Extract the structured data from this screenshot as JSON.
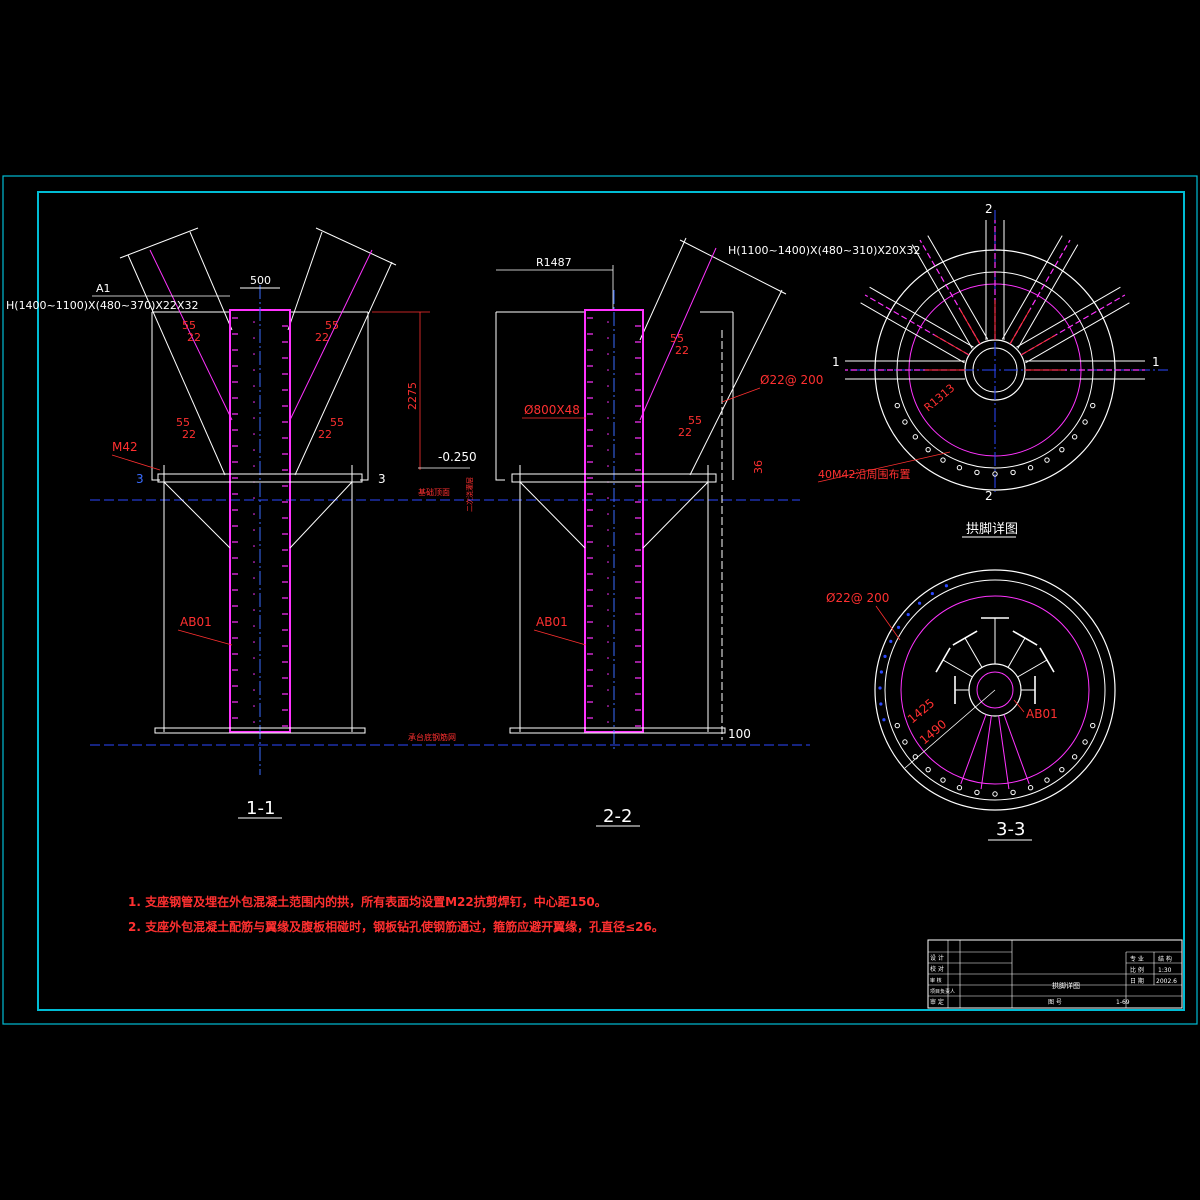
{
  "colors": {
    "background": "#000000",
    "frame": "#00bcd4",
    "outline": "#ffffff",
    "tube": "#ff33ff",
    "dimension_red": "#ff3030",
    "centerline": "#3a6cff",
    "blue_dash": "#2b48ff"
  },
  "section_1_1": {
    "label": "1-1",
    "dim_top": "500",
    "member_label_a": "A1",
    "member_label_b": "H(1400~1100)X(480~370)X22X32",
    "weld_55_a": "55",
    "weld_22_a": "22",
    "weld_55_b": "55",
    "weld_22_b": "22",
    "weld_55_c": "55",
    "weld_22_c": "22",
    "weld_55_d": "55",
    "weld_22_d": "22",
    "height_dim": "2275",
    "elevation": "-0.250",
    "bolt_label": "M42",
    "cut_left": "3",
    "cut_right": "3",
    "pipe_label": "AB01",
    "note_small_1": "基础顶面",
    "note_small_2": "二次浇灌层",
    "bottom_note": "承台底钢筋网"
  },
  "section_2_2": {
    "label": "2-2",
    "dim_top": "R1487",
    "member_label": "H(1100~1400)X(480~310)X20X32",
    "weld_55_a": "55",
    "weld_22_a": "22",
    "weld_55_b": "55",
    "weld_22_b": "22",
    "tube_label": "Ø800X48",
    "rebar_label": "Ø22@ 200",
    "dim_36": "36",
    "pipe_label": "AB01",
    "dim_100": "100"
  },
  "plan_view": {
    "title": "拱脚详图",
    "cut_top": "2",
    "cut_bottom": "2",
    "cut_left": "1",
    "cut_right": "1",
    "radius_label": "R1313",
    "bolts_label": "40M42沿周围布置"
  },
  "section_3_3": {
    "label": "3-3",
    "rebar_label": "Ø22@ 200",
    "dim_1425": "1425",
    "dim_1490": "1490",
    "pipe_label": "AB01"
  },
  "notes": {
    "line1": "1. 支座钢管及埋在外包混凝土范围内的拱，所有表面均设置M22抗剪焊钉，中心距150。",
    "line2": "2. 支座外包混凝土配筋与翼缘及腹板相碰时，钢板钻孔使钢筋通过，箍筋应避开翼缘，孔直径≤26。"
  },
  "title_block": {
    "drawing_name": "拱脚详图",
    "drawing_number": "1-69",
    "scale": "1:30",
    "date": "2002.6",
    "row_labels": [
      "设 计",
      "校 对",
      "审 核",
      "项目负责人",
      "审 定"
    ],
    "right_labels": [
      "专 业",
      "比 例",
      "日 期"
    ],
    "right_values": [
      "结 构",
      "1:30",
      "2002.6"
    ],
    "bottom_labels": [
      "图 号"
    ]
  }
}
